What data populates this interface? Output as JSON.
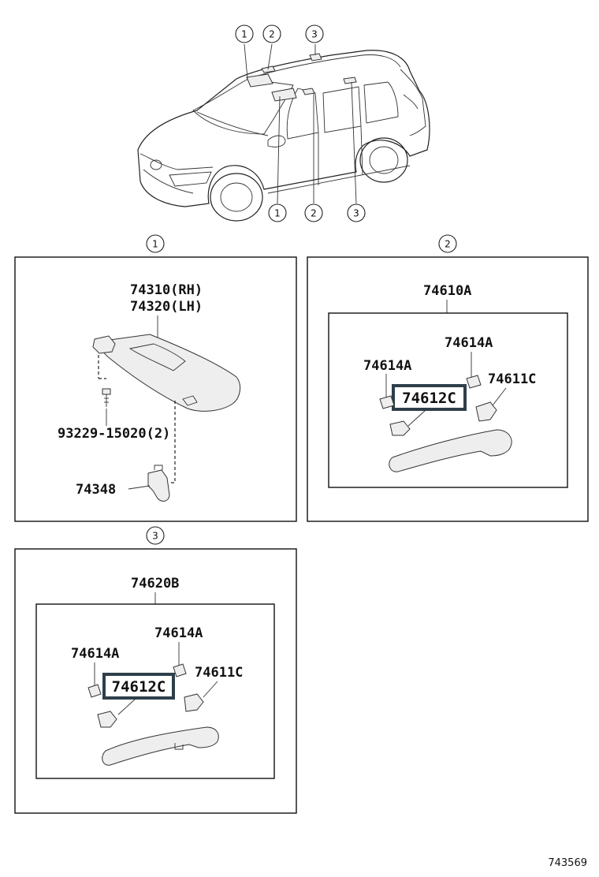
{
  "callouts": [
    "1",
    "2",
    "3"
  ],
  "sections": {
    "s1": {
      "number": "1",
      "visor_rh": "74310(RH)",
      "visor_lh": "74320(LH)",
      "screw": "93229-15020(2)",
      "holder": "74348"
    },
    "s2": {
      "number": "2",
      "assembly": "74610A",
      "clip_left": "74614A",
      "clip_right": "74614A",
      "cover": "74612C",
      "cap": "74611C"
    },
    "s3": {
      "number": "3",
      "assembly": "74620B",
      "clip_left": "74614A",
      "clip_right": "74614A",
      "cover": "74612C",
      "cap": "74611C"
    }
  },
  "reference": "743569",
  "colors": {
    "highlight": "#2e3f4a",
    "line": "#222222"
  }
}
